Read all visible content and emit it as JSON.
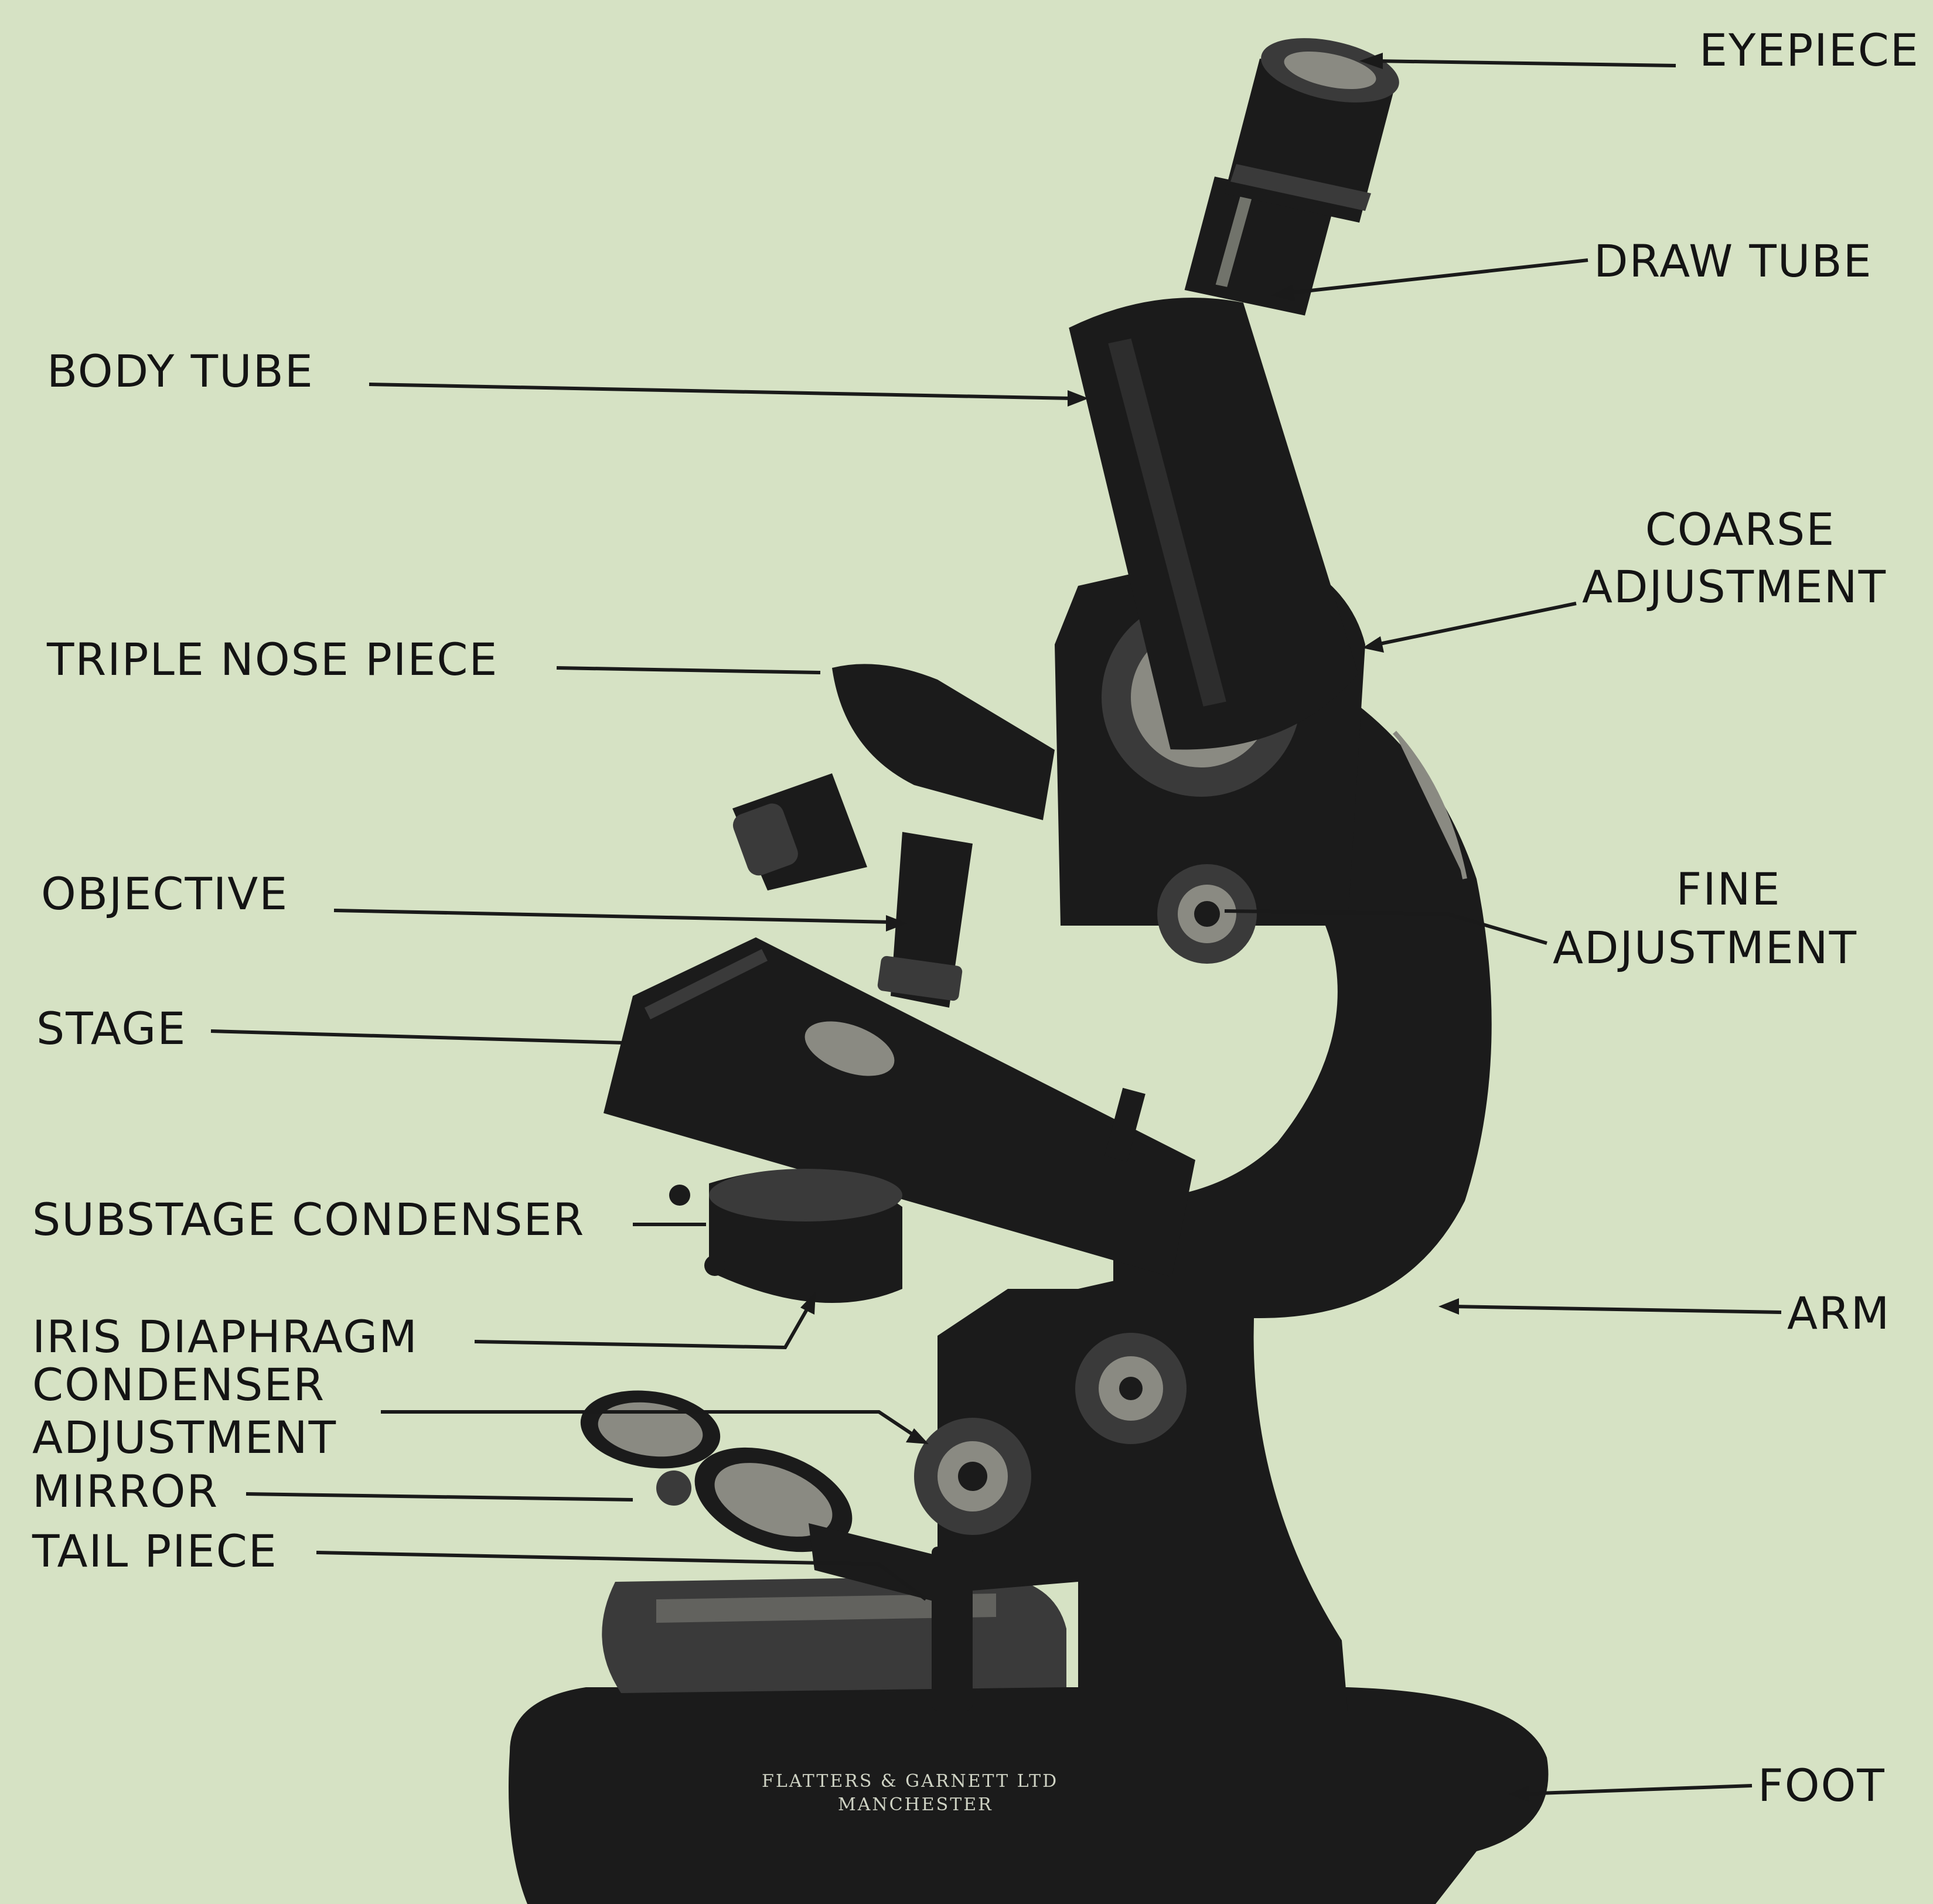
{
  "labels": {
    "eyepiece": "EYEPIECE",
    "draw_tube": "DRAW TUBE",
    "body_tube": "BODY TUBE",
    "coarse_adjustment_line1": "COARSE",
    "coarse_adjustment_line2": "ADJUSTMENT",
    "triple_nose_piece": "TRIPLE NOSE PIECE",
    "objective": "OBJECTIVE",
    "fine_adjustment_line1": "FINE",
    "fine_adjustment_line2": "ADJUSTMENT",
    "stage": "STAGE",
    "substage_condenser": "SUBSTAGE CONDENSER",
    "arm": "ARM",
    "iris_diaphragm": "IRIS DIAPHRAGM",
    "condenser_adjustment_line1": "CONDENSER",
    "condenser_adjustment_line2": "ADJUSTMENT",
    "mirror": "MIRROR",
    "tail_piece": "TAIL PIECE",
    "foot": "FOOT"
  },
  "maker_mark": {
    "line1": "FLATTERS & GARNETT LTD",
    "line2": "MANCHESTER"
  },
  "colors": {
    "background": "#d6e2c4",
    "ink": "#1b1b1b"
  }
}
